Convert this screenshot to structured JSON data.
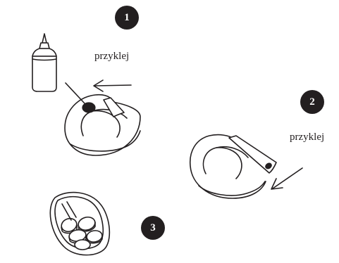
{
  "steps": [
    {
      "number": "1",
      "label": "przyklej"
    },
    {
      "number": "2",
      "label": "przyklej"
    },
    {
      "number": "3"
    }
  ],
  "colors": {
    "ink": "#231f20",
    "background": "#ffffff"
  },
  "icons": [
    "glue-bottle-icon",
    "arrow-icon",
    "paper-coil-icon",
    "rolled-coils-icon"
  ]
}
